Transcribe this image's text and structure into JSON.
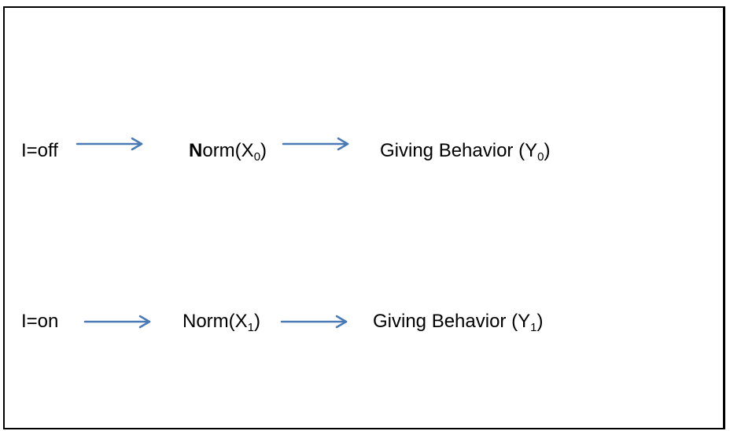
{
  "rows": [
    {
      "input": "I=off",
      "norm": {
        "lead": "N",
        "rest": "orm(X",
        "sub": "0",
        "close": ")"
      },
      "outcome": {
        "text": "Giving Behavior (Y",
        "sub": "0",
        "close": ")"
      }
    },
    {
      "input": "I=on",
      "norm": {
        "lead": "",
        "rest": "Norm(X",
        "sub": "1",
        "close": ")"
      },
      "outcome": {
        "text": "Giving Behavior (Y",
        "sub": "1",
        "close": ")"
      }
    }
  ],
  "colors": {
    "arrow": "#4a7ab5",
    "border": "#000000",
    "text": "#000000"
  },
  "icons": [
    "arrow-right-icon"
  ]
}
